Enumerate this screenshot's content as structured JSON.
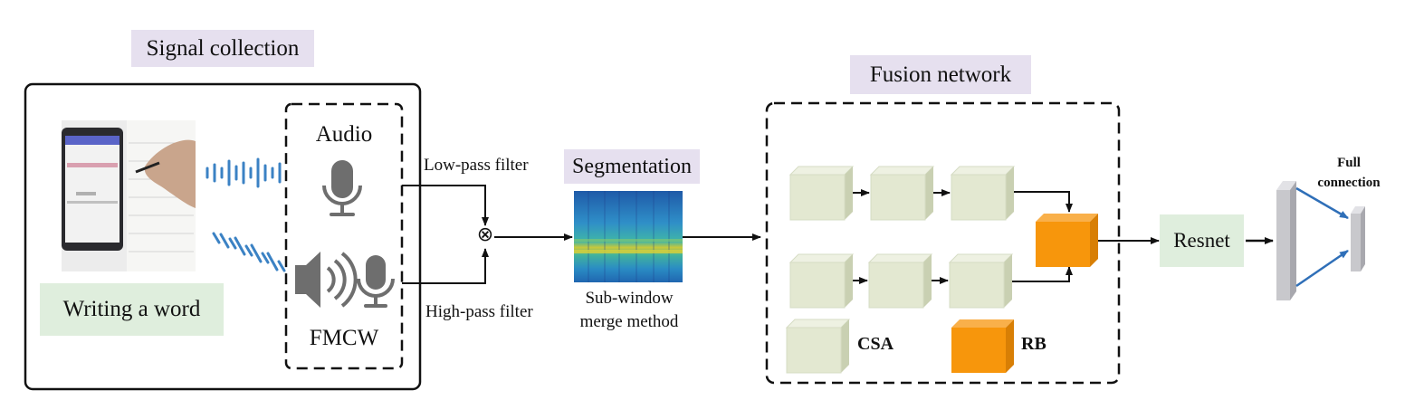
{
  "signal_collection": {
    "title": "Signal collection",
    "writing_label": "Writing a word",
    "audio_label": "Audio",
    "fmcw_label": "FMCW"
  },
  "filters": {
    "low_pass": "Low-pass filter",
    "high_pass": "High-pass filter",
    "mixer_symbol": "⊗"
  },
  "segmentation": {
    "title": "Segmentation",
    "method_line1": "Sub-window",
    "method_line2": "merge method"
  },
  "fusion": {
    "title": "Fusion network",
    "csa_label": "CSA",
    "rb_label": "RB"
  },
  "resnet": {
    "label": "Resnet"
  },
  "full_connection": {
    "line1": "Full",
    "line2": "connection"
  },
  "colors": {
    "tag_bg": "#e6e0ef",
    "green_box": "#dfeedd",
    "cube_face": "#e6ead5",
    "rb_orange": "#f7960c",
    "wave_blue": "#3b82c4",
    "fc_gray": "#c8c8cc"
  }
}
